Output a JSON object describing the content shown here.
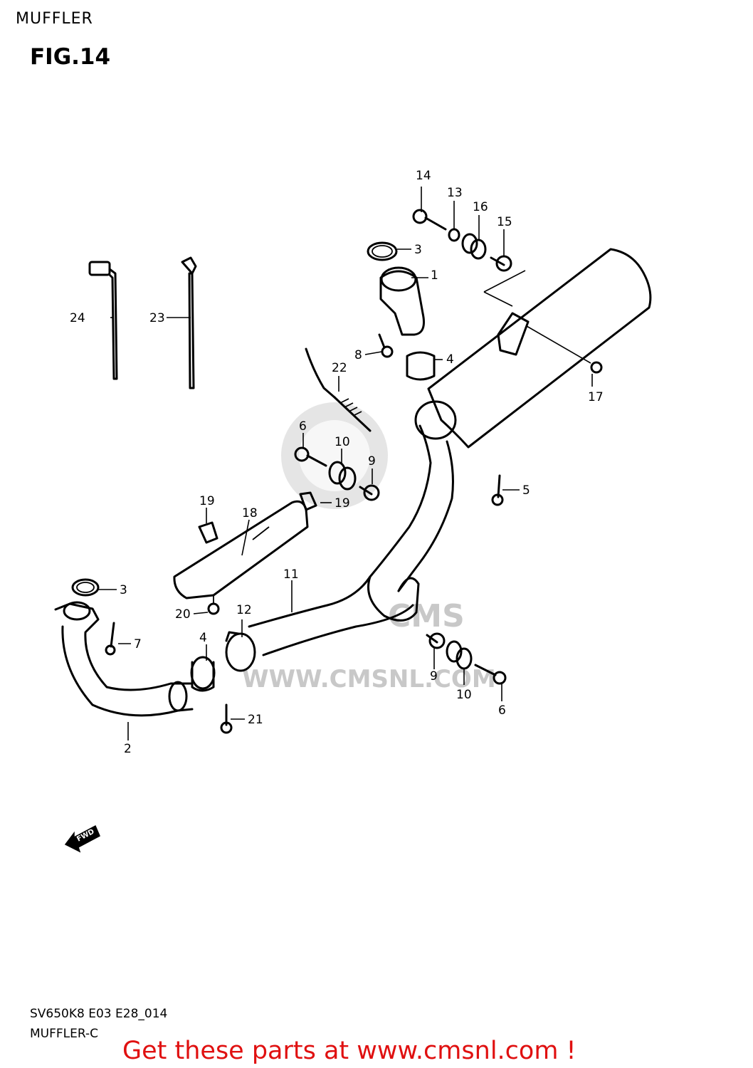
{
  "header": {
    "section": "MUFFLER",
    "figure": "FIG.14"
  },
  "watermark": {
    "logo_text": "CMS",
    "url_text": "WWW.CMSNL.COM"
  },
  "forward_marker": "FWD",
  "callouts": {
    "c1": "1",
    "c2": "2",
    "c3a": "3",
    "c3b": "3",
    "c4a": "4",
    "c4b": "4",
    "c5": "5",
    "c6a": "6",
    "c6b": "6",
    "c7": "7",
    "c8": "8",
    "c9a": "9",
    "c9b": "9",
    "c10a": "10",
    "c10b": "10",
    "c11": "11",
    "c12": "12",
    "c13": "13",
    "c14": "14",
    "c15": "15",
    "c16": "16",
    "c17": "17",
    "c18": "18",
    "c19a": "19",
    "c19b": "19",
    "c20": "20",
    "c21": "21",
    "c22": "22",
    "c23": "23",
    "c24": "24"
  },
  "footer": {
    "code": "SV650K8 E03 E28_014",
    "subtitle": "MUFFLER-C",
    "promo": "Get these parts at www.cmsnl.com !"
  }
}
